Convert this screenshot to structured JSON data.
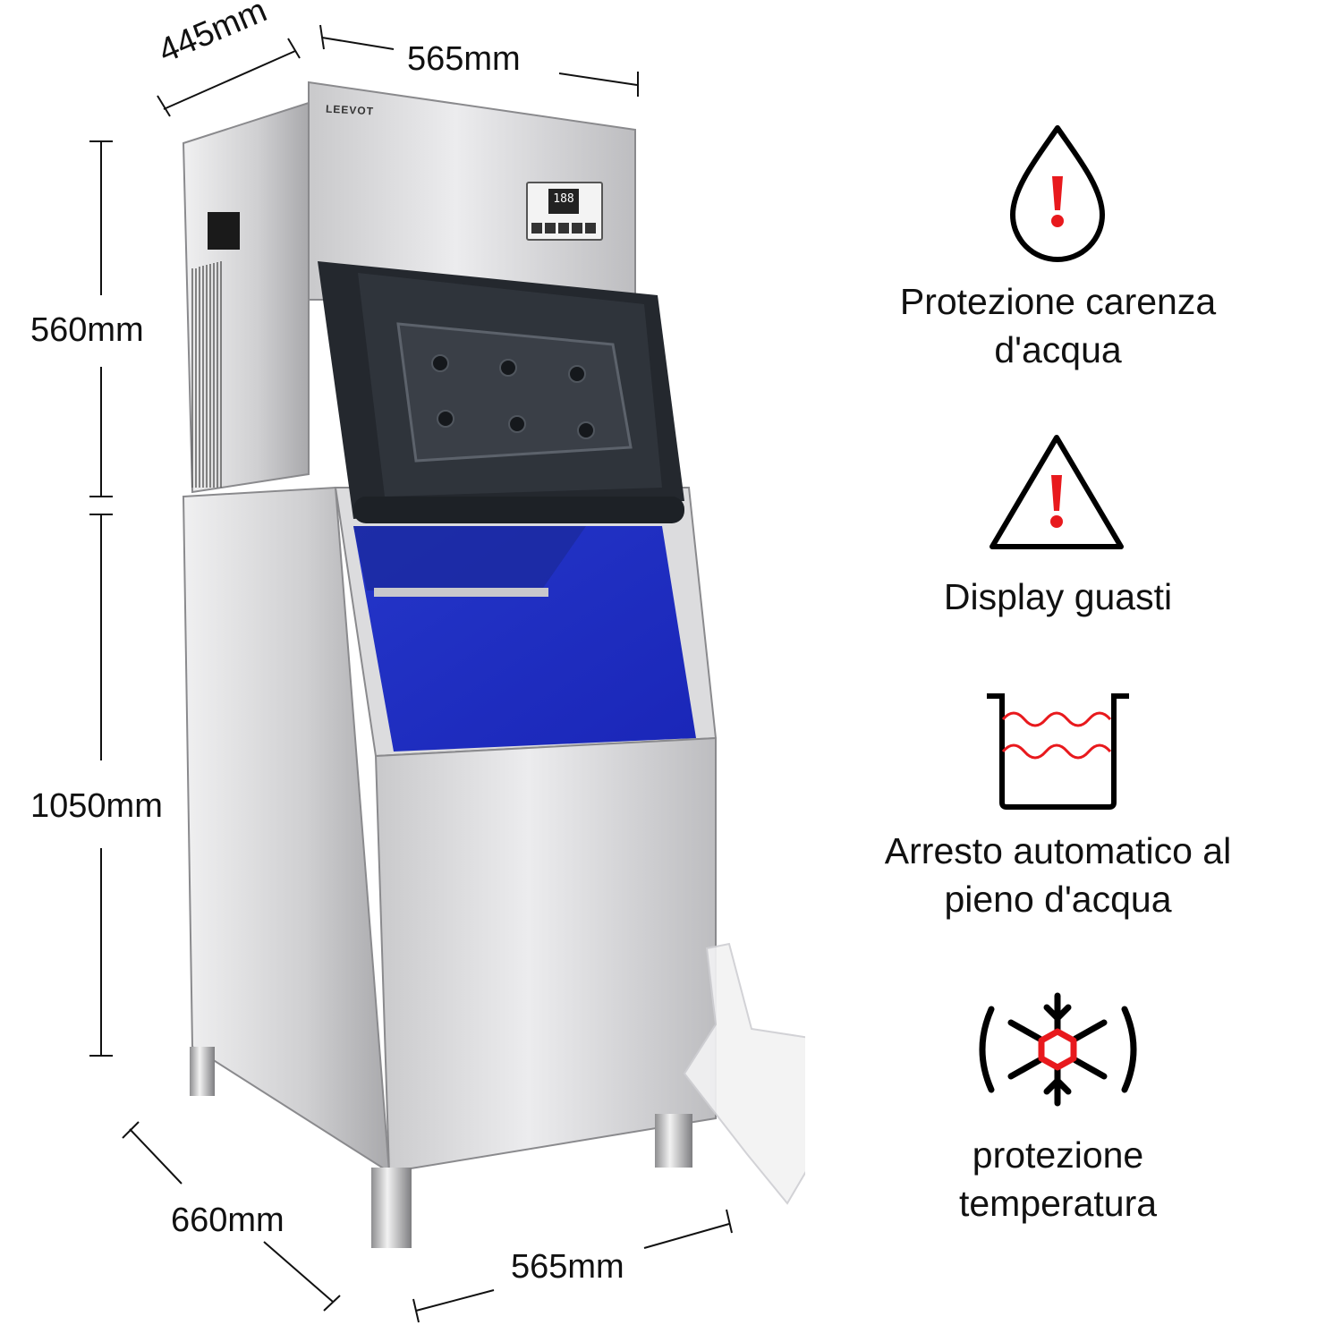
{
  "product": {
    "brand_logo": "LEEVOT",
    "display_readout": "188",
    "control_buttons": [
      "power-icon",
      "mode-icon",
      "settings-icon",
      "up-arrow-icon",
      "down-arrow-icon"
    ]
  },
  "dimensions": {
    "top_depth": "445mm",
    "top_width": "565mm",
    "upper_height": "560mm",
    "lower_height": "1050mm",
    "base_depth": "660mm",
    "base_width": "565mm"
  },
  "features": [
    {
      "icon": "water-drop-warning-icon",
      "label_line1": "Protezione carenza",
      "label_line2": "d'acqua"
    },
    {
      "icon": "warning-triangle-icon",
      "label_line1": "Display guasti",
      "label_line2": ""
    },
    {
      "icon": "water-tank-full-icon",
      "label_line1": "Arresto automatico al",
      "label_line2": "pieno d'acqua"
    },
    {
      "icon": "snowflake-temperature-icon",
      "label_line1": "protezione",
      "label_line2": "temperatura"
    }
  ],
  "colors": {
    "accent_red": "#e8191d",
    "icon_black": "#000000",
    "bin_blue": "#1f2fd6",
    "steel_light": "#d9d9db",
    "steel_dark": "#9a9a9c",
    "lid_black": "#2b2f36"
  }
}
